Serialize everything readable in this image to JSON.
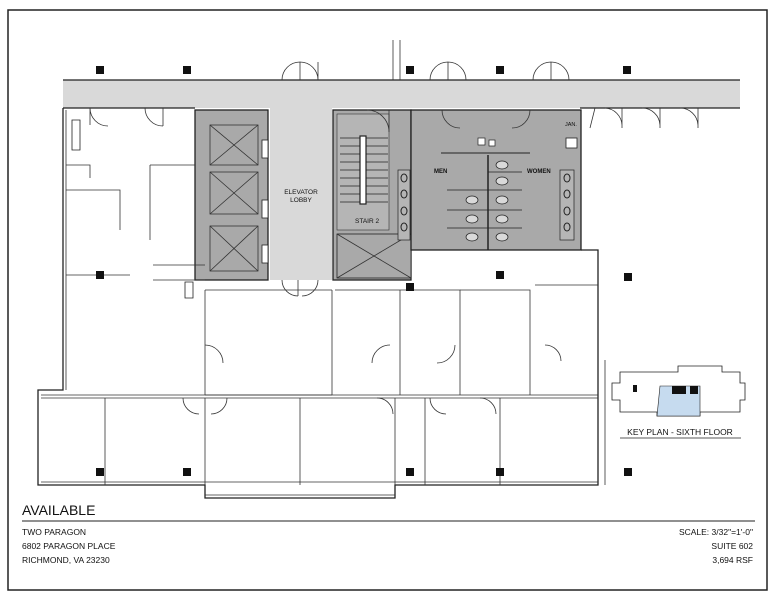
{
  "plan": {
    "rooms": {
      "elevator_lobby_line1": "ELEVATOR",
      "elevator_lobby_line2": "LOBBY",
      "stair": "STAIR  2",
      "men": "MEN",
      "women": "WOMEN",
      "janitor": "JAN."
    },
    "colors": {
      "corridor": "#d9d9d9",
      "core": "#a9a9a9",
      "key_plan_highlight": "#c6dbef"
    }
  },
  "key_plan": {
    "title": "KEY PLAN - SIXTH FLOOR"
  },
  "title_block": {
    "status": "AVAILABLE",
    "building": "TWO PARAGON",
    "address": "6802 PARAGON PLACE",
    "city": "RICHMOND, VA 23230",
    "scale": "SCALE: 3/32\"=1'-0\"",
    "suite": "SUITE 602",
    "area": "3,694 RSF"
  }
}
